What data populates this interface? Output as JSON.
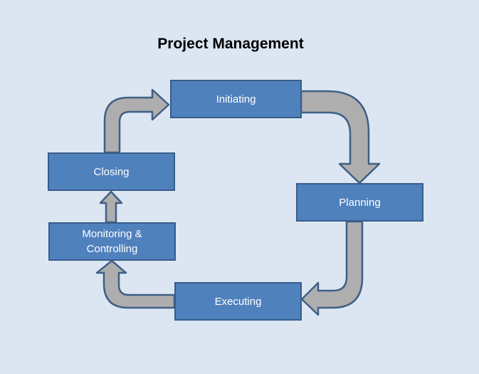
{
  "title": "Project Management",
  "colors": {
    "background": "#dce6f2",
    "box_fill": "#4f81bd",
    "box_border": "#385d8a",
    "arrow_fill": "#aeaeae",
    "arrow_border": "#3f5f86",
    "box_text": "#ffffff"
  },
  "nodes": [
    {
      "id": "initiating",
      "label": "Initiating"
    },
    {
      "id": "planning",
      "label": "Planning"
    },
    {
      "id": "executing",
      "label": "Executing"
    },
    {
      "id": "monitoring",
      "label": "Monitoring & Controlling"
    },
    {
      "id": "closing",
      "label": "Closing"
    }
  ],
  "edges": [
    {
      "from": "initiating",
      "to": "planning"
    },
    {
      "from": "planning",
      "to": "executing"
    },
    {
      "from": "executing",
      "to": "monitoring"
    },
    {
      "from": "monitoring",
      "to": "closing"
    },
    {
      "from": "closing",
      "to": "initiating"
    }
  ]
}
